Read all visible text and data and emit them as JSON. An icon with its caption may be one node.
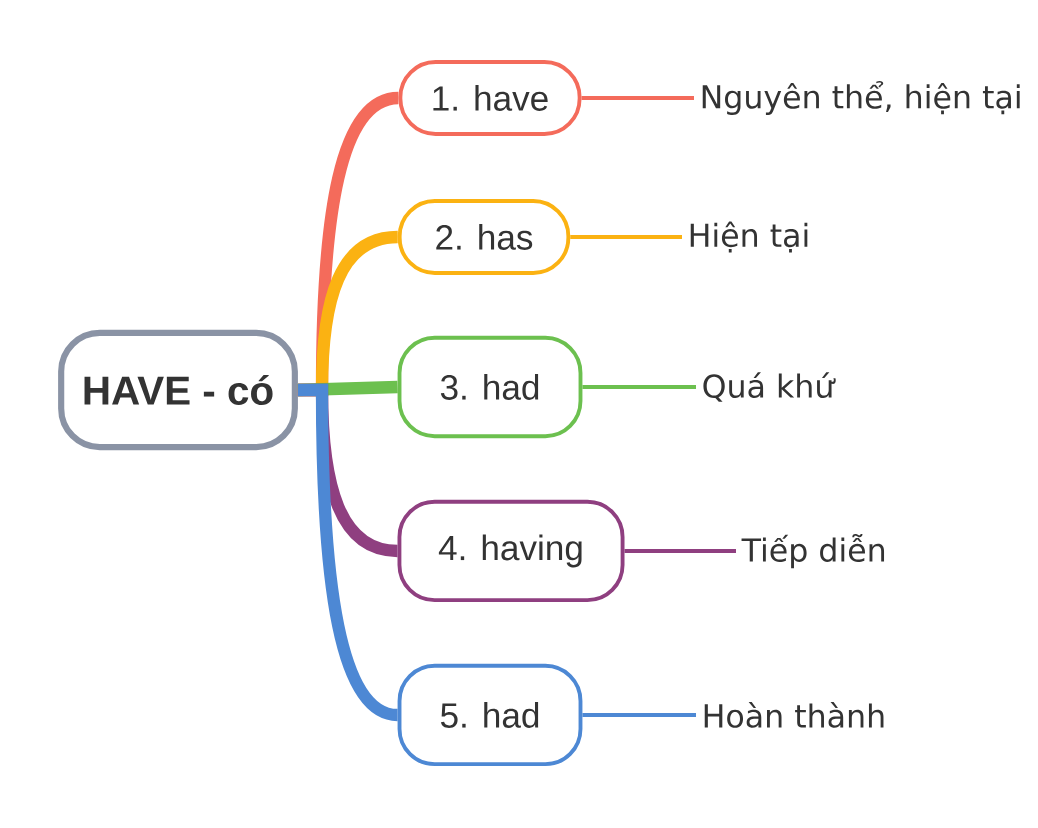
{
  "diagram": {
    "nodes": [
      {
        "text": [
          "HAVE - có"
        ]
      },
      {
        "text": [
          "1. have"
        ]
      },
      {
        "text": [
          "2. has"
        ]
      },
      {
        "text": [
          "3. had"
        ]
      },
      {
        "text": [
          "4. having"
        ]
      },
      {
        "text": [
          "5. had"
        ]
      },
      {
        "text": [
          "Nguyên thể, hiện tại"
        ]
      },
      {
        "text": [
          "Hiện tại"
        ]
      },
      {
        "text": [
          "Quá khứ"
        ]
      },
      {
        "text": [
          "Tiếp diễn"
        ]
      },
      {
        "text": [
          "Hoàn thành"
        ]
      }
    ],
    "edges": [
      {
        "from": 0,
        "to": 1,
        "arrow": "none",
        "style": "thick",
        "color": "#f46b5b"
      },
      {
        "from": 0,
        "to": 2,
        "arrow": "none",
        "style": "thick",
        "color": "#fbb212"
      },
      {
        "from": 0,
        "to": 3,
        "arrow": "none",
        "style": "thick",
        "color": "#6cc04f"
      },
      {
        "from": 0,
        "to": 4,
        "arrow": "none",
        "style": "thick",
        "color": "#8f3f80"
      },
      {
        "from": 0,
        "to": 5,
        "arrow": "none",
        "style": "thick",
        "color": "#4d88d4"
      },
      {
        "from": 1,
        "to": 6,
        "arrow": "none",
        "color": "#f46b5b"
      },
      {
        "from": 2,
        "to": 7,
        "arrow": "none",
        "color": "#fbb212"
      },
      {
        "from": 3,
        "to": 8,
        "arrow": "none",
        "color": "#6cc04f"
      },
      {
        "from": 4,
        "to": 9,
        "arrow": "none",
        "color": "#8f3f80"
      },
      {
        "from": 5,
        "to": 10,
        "arrow": "none",
        "color": "#4d88d4"
      }
    ]
  }
}
